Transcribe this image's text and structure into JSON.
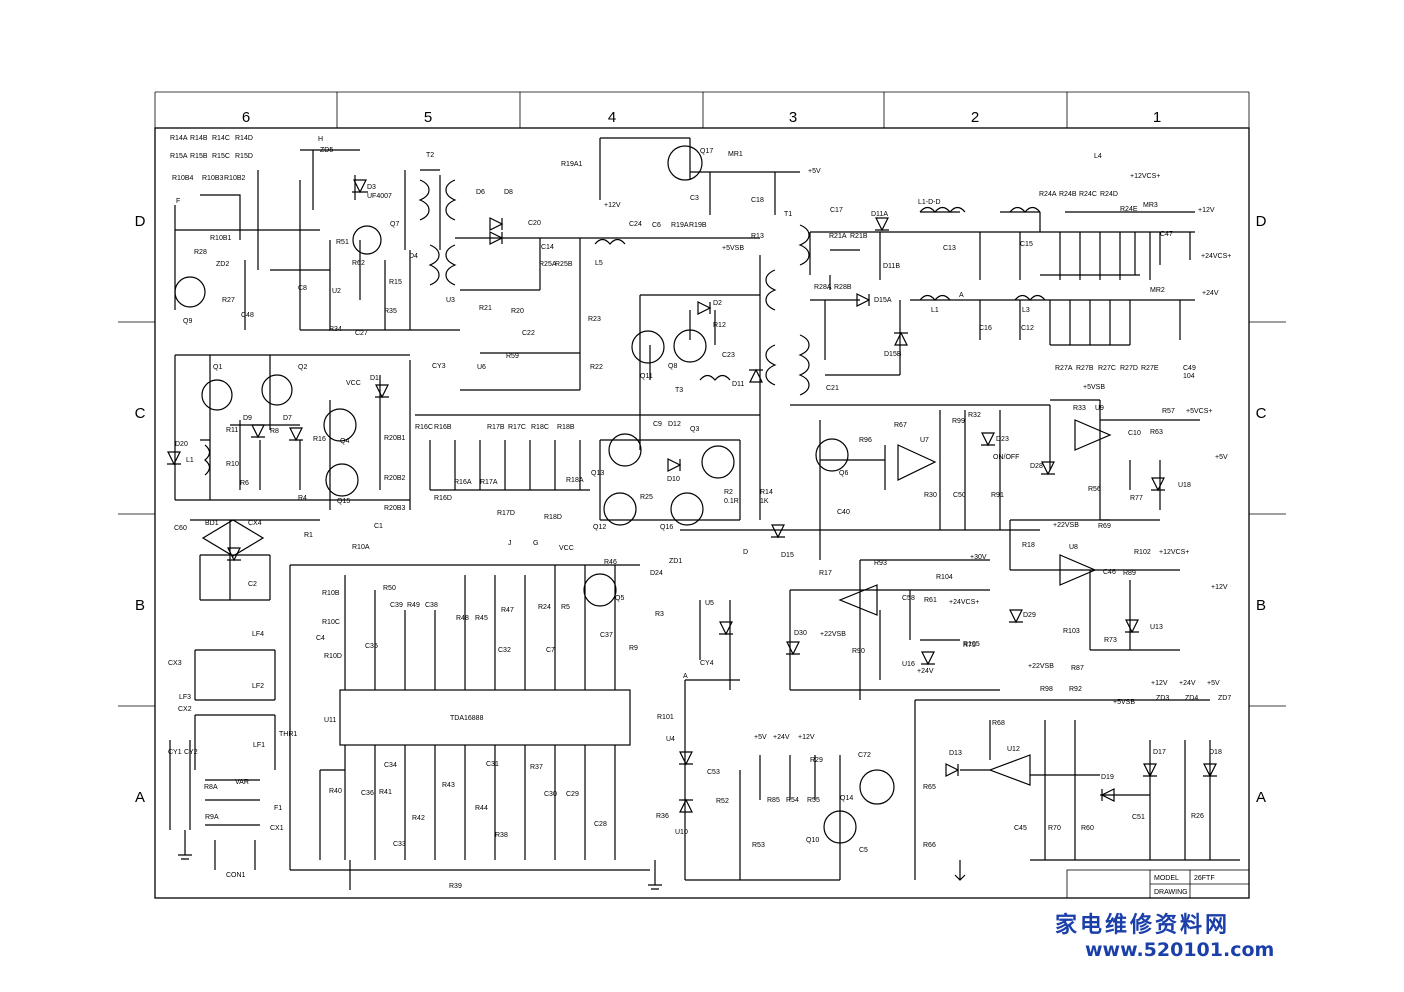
{
  "zones": {
    "columns": [
      "6",
      "5",
      "4",
      "3",
      "2",
      "1"
    ],
    "rows": [
      "D",
      "C",
      "B",
      "A"
    ]
  },
  "title_block": {
    "model_label": "MODEL",
    "model_value": "26FTF",
    "drawing_label": "DRAWING",
    "drawing_value": ""
  },
  "watermark": {
    "chinese": "家电维修资料网",
    "url": "www.520101.com"
  },
  "regions": {
    "input": [
      "R14A",
      "R14B",
      "R14C",
      "R14D",
      "R15A",
      "R15B",
      "R15C",
      "R15D",
      "R10B4",
      "R10B3",
      "R10B2",
      "R10B1",
      "R28",
      "ZD2",
      "Q9",
      "R27",
      "C48",
      "F"
    ],
    "start": [
      "H",
      "ZD5",
      "D3",
      "UF4007",
      "Q7",
      "R51",
      "R62",
      "C8",
      "U2",
      "R34",
      "C27",
      "R35",
      "R15",
      "D4",
      "T2",
      "U3"
    ],
    "main_sw": [
      "Q17",
      "R19A1",
      "+12V",
      "MR1",
      "+5V",
      "C3",
      "C18",
      "T1",
      "C24",
      "C6",
      "R19A",
      "R19B",
      "R13",
      "+5VSB",
      "L5",
      "C14",
      "R25A",
      "R25B",
      "C20",
      "D6",
      "D8",
      "R21",
      "R20",
      "R23",
      "C22",
      "R59",
      "U6",
      "R22"
    ],
    "sec12": [
      "L4",
      "+12VCS+",
      "R24A",
      "R24B",
      "R24C",
      "R24D",
      "R24E",
      "MR3",
      "C47",
      "+12V",
      "+24VCS+",
      "C17",
      "D11A",
      "L1-D-D",
      "R21A",
      "R21B",
      "C13",
      "C15",
      "D11B",
      "R28A",
      "R28B"
    ],
    "sec24": [
      "D15A",
      "L1",
      "A",
      "L3",
      "MR2",
      "+24V",
      "C16",
      "C12",
      "D15B",
      "C21",
      "R27A",
      "R27B",
      "R27C",
      "R27D",
      "R27E",
      "C49",
      "104"
    ],
    "pfc": [
      "Q1",
      "Q2",
      "VCC",
      "D1",
      "D20",
      "L1",
      "R11",
      "D9",
      "R8",
      "D7",
      "R16",
      "Q4",
      "R10",
      "R6",
      "R4",
      "Q15",
      "R20B1",
      "R20B2",
      "R20B3",
      "C1",
      "CY3"
    ],
    "drive": [
      "Q11",
      "Q8",
      "D2",
      "R12",
      "C23",
      "D11",
      "T3",
      "C9",
      "D12",
      "Q3",
      "Q13",
      "Q12",
      "Q16",
      "R25",
      "D10",
      "R2",
      "0.1R",
      "R14",
      "1K",
      "D",
      "R16C",
      "R16B",
      "R16A",
      "R16D",
      "R17B",
      "R17C",
      "R17A",
      "R17D",
      "R18C",
      "R18B",
      "R18A",
      "R18D",
      "J",
      "G"
    ],
    "control": [
      "+5VSB",
      "R33",
      "U9",
      "R57",
      "+5VCS+",
      "C10",
      "R63",
      "+5V",
      "Q6",
      "R96",
      "U7",
      "R67",
      "R99",
      "R32",
      "D23",
      "ON/OFF",
      "C50",
      "R30",
      "R91",
      "C40",
      "D28",
      "R56",
      "R77",
      "U18",
      "R69",
      "+22VSB"
    ],
    "bridge": [
      "BD1",
      "C60",
      "CX4",
      "C2",
      "R1",
      "LF4",
      "CX3",
      "LF3",
      "CX2",
      "LF2",
      "THR1",
      "CY1",
      "CY2",
      "LF1",
      "VAR",
      "R8A",
      "R9A",
      "F1",
      "CX1",
      "CON1"
    ],
    "ic": [
      "R10A",
      "R10B",
      "R10C",
      "R10D",
      "C4",
      "C35",
      "R50",
      "C39",
      "R49",
      "C38",
      "R48",
      "R45",
      "R47",
      "C32",
      "R24",
      "R5",
      "C7",
      "C37",
      "U11",
      "TDA16888",
      "R40",
      "C36",
      "R41",
      "R42",
      "C33",
      "C34",
      "R43",
      "R44",
      "C31",
      "R38",
      "R37",
      "C30",
      "C29",
      "C28",
      "R36",
      "R39",
      "VCC",
      "R46",
      "Q5",
      "D24",
      "R3",
      "R9",
      "ZD1",
      "R19"
    ],
    "opto": [
      "U5",
      "CY4",
      "A",
      "R101",
      "U4",
      "C53",
      "U10",
      "R52",
      "R53",
      "+5V",
      "+24V",
      "+12V",
      "R85",
      "R54",
      "R55",
      "R29",
      "C72",
      "Q14",
      "Q10",
      "C5",
      "D15",
      "R17",
      "D30",
      "+22VSB",
      "R93",
      "+30V",
      "R104",
      "C58",
      "R61",
      "+24VCS+",
      "R105",
      "R90",
      "U16",
      "+24V",
      "R75"
    ],
    "ovp": [
      "R18",
      "U8",
      "R102",
      "+12VCS+",
      "C46",
      "R89",
      "+12V",
      "D29",
      "R103",
      "R73",
      "U13",
      "+22VSB",
      "R87",
      "R98",
      "R92",
      "+5VSB",
      "ZD3",
      "ZD4",
      "ZD7",
      "+12V",
      "+24V",
      "+5V",
      "R68",
      "D13",
      "U12",
      "R65",
      "R66",
      "D17",
      "D18",
      "D19",
      "C45",
      "R70",
      "R60",
      "C51",
      "R26"
    ]
  }
}
